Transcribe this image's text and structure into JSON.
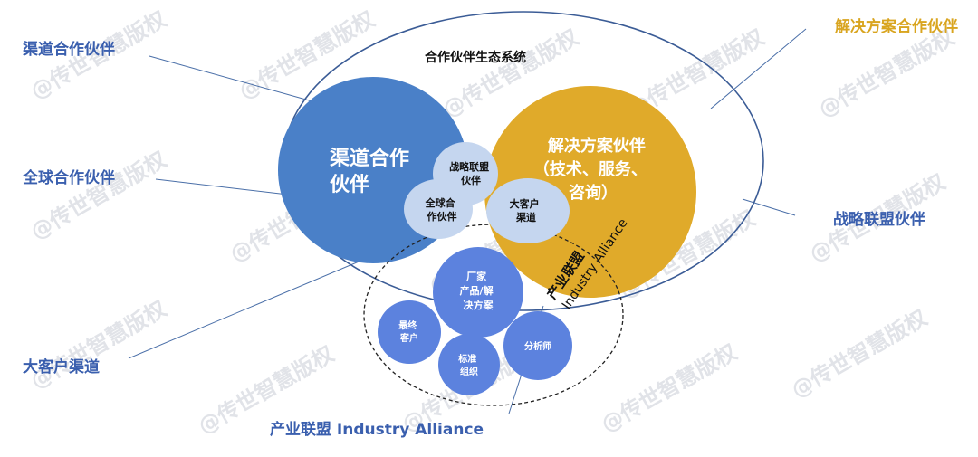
{
  "ecosystem": {
    "title": "合作伙伴生态系统",
    "channel_circle": {
      "line1": "渠道合作",
      "line2": "伙伴"
    },
    "solution_circle": {
      "line1": "解决方案伙伴",
      "line2": "（技术、服务、",
      "line3": "咨询）"
    },
    "strategic_bubble": {
      "line1": "战略联盟",
      "line2": "伙伴"
    },
    "global_bubble": {
      "line1": "全球合",
      "line2": "作伙伴"
    },
    "key_account_bubble": {
      "line1": "大客户",
      "line2": "渠道"
    }
  },
  "alliance": {
    "label_cn": "产业联盟",
    "label_en": "Industry Alliance",
    "vendor": {
      "line1": "厂家",
      "line2": "产品/解",
      "line3": "决方案"
    },
    "end_customer": {
      "line1": "最终",
      "line2": "客户"
    },
    "standards": {
      "line1": "标准",
      "line2": "组织"
    },
    "analyst": {
      "line1": "分析师"
    }
  },
  "callouts": {
    "channel": "渠道合作伙伴",
    "global": "全球合作伙伴",
    "key_account": "大客户渠道",
    "solution": "解决方案合作伙伴",
    "strategic": "战略联盟伙伴",
    "industry": "产业联盟 Industry Alliance"
  },
  "watermark": "@传世智慧版权",
  "colors": {
    "blue": "#4a80c8",
    "gold": "#e0aa2a",
    "light_blue": "#c5d6ef",
    "medium_blue": "#5c82de",
    "callout_blue": "#3a5fae",
    "callout_gold": "#d9a520",
    "outline": "#3b5c96"
  }
}
